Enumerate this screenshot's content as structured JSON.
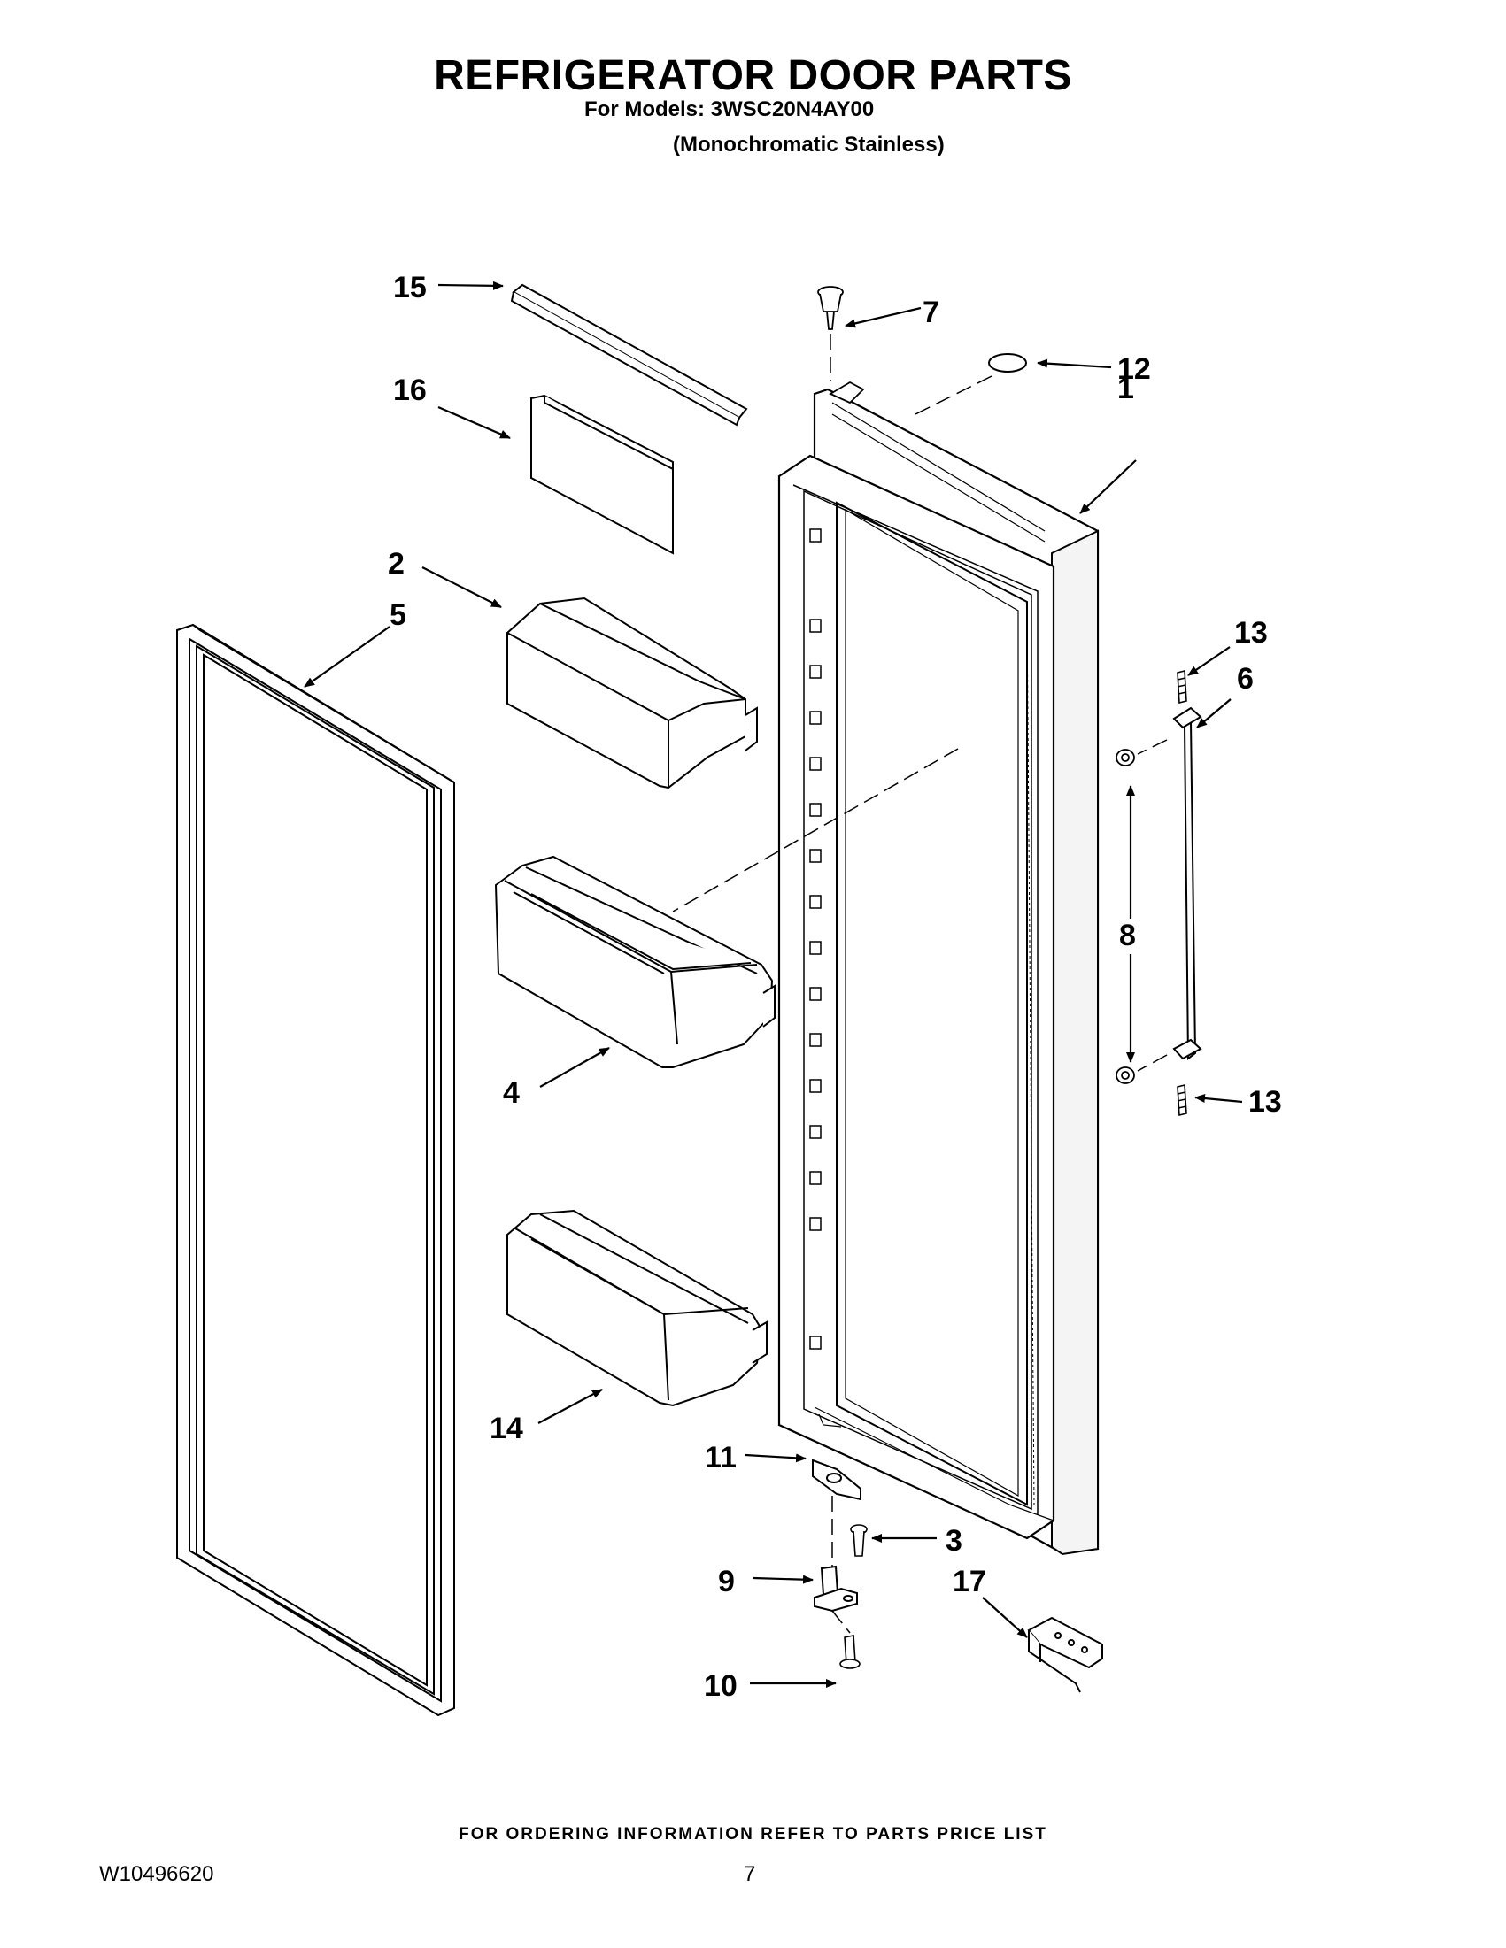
{
  "header": {
    "title": "REFRIGERATOR DOOR PARTS",
    "models_line": "For Models: 3WSC20N4AY00",
    "variant_line": "(Monochromatic Stainless)"
  },
  "diagram": {
    "callouts": [
      "1",
      "2",
      "3",
      "4",
      "5",
      "6",
      "7",
      "8",
      "9",
      "10",
      "11",
      "12",
      "13",
      "13",
      "14",
      "15",
      "16",
      "17"
    ]
  },
  "footer": {
    "ordering_note": "FOR ORDERING INFORMATION REFER TO PARTS PRICE LIST",
    "doc_number": "W10496620",
    "page_number": "7"
  }
}
